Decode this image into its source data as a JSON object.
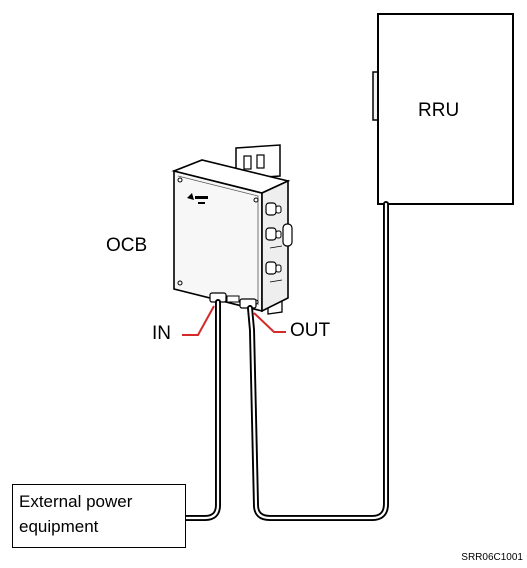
{
  "labels": {
    "rru": "RRU",
    "ocb": "OCB",
    "in": "IN",
    "out": "OUT"
  },
  "external_power_equipment": {
    "line1": "External power",
    "line2": "equipment"
  },
  "figure_id": "SRR06C1001",
  "colors": {
    "line": "#000000",
    "leader": "#d42a2a",
    "box_fill": "#ffffff",
    "device_fill": "#f5f5f5"
  }
}
